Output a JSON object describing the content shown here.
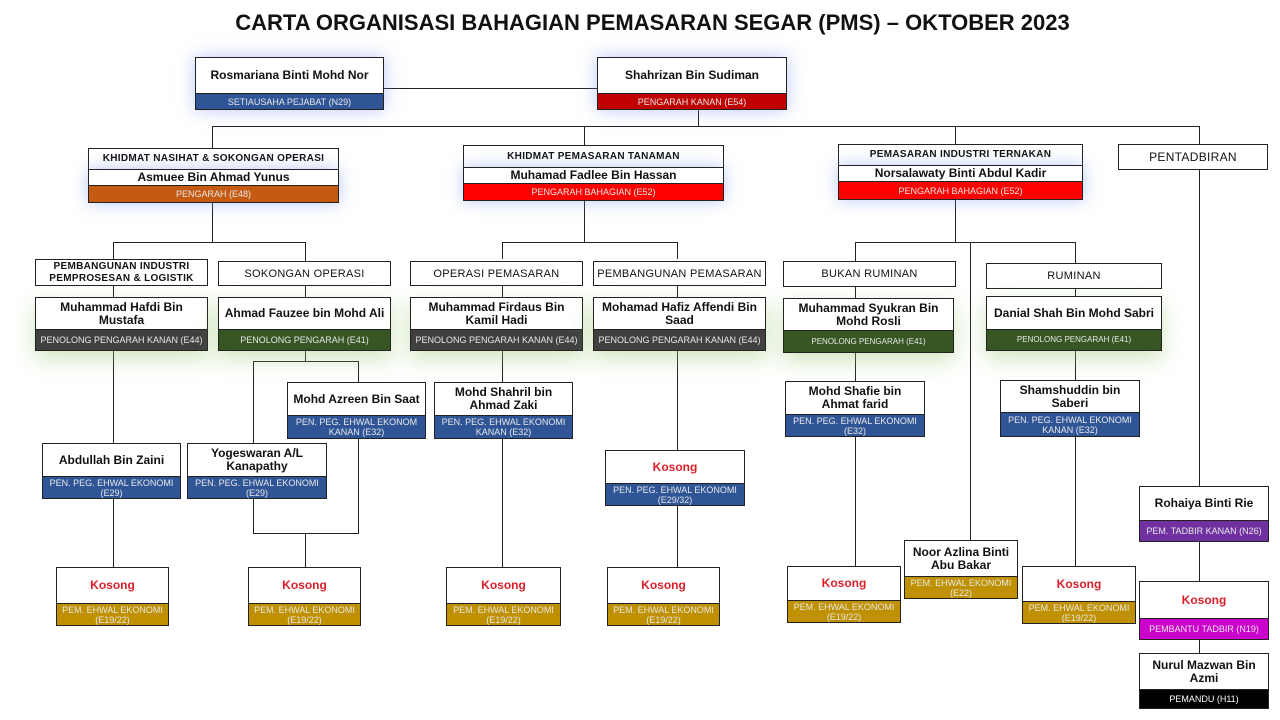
{
  "title": "CARTA ORGANISASI BAHAGIAN PEMASARAN SEGAR (PMS) – OKTOBER 2023",
  "top": {
    "secretary": {
      "name": "Rosmariana Binti Mohd Nor",
      "title": "SETIAUSAHA PEJABAT (N29)"
    },
    "director": {
      "name": "Shahrizan Bin Sudiman",
      "title": "PENGARAH KANAN (E54)"
    }
  },
  "divisions": [
    {
      "header": "KHIDMAT NASIHAT & SOKONGAN OPERASI",
      "name": "Asmuee Bin Ahmad Yunus",
      "title": "PENGARAH (E48)"
    },
    {
      "header": "KHIDMAT PEMASARAN TANAMAN",
      "name": "Muhamad Fadlee Bin Hassan",
      "title": "PENGARAH BAHAGIAN (E52)"
    },
    {
      "header": "PEMASARAN INDUSTRI TERNAKAN",
      "name": "Norsalawaty Binti Abdul Kadir",
      "title": "PENGARAH BAHAGIAN (E52)"
    },
    {
      "header": "PENTADBIRAN"
    }
  ],
  "units": [
    {
      "header": "PEMBANGUNAN INDUSTRI PEMPROSESAN & LOGISTIK",
      "name": "Muhammad Hafdi Bin Mustafa",
      "title": "PENOLONG PENGARAH KANAN (E44)"
    },
    {
      "header": "SOKONGAN OPERASI",
      "name": "Ahmad Fauzee bin Mohd Ali",
      "title": "PENOLONG PENGARAH (E41)"
    },
    {
      "header": "OPERASI PEMASARAN",
      "name": "Muhammad Firdaus Bin Kamil Hadi",
      "title": "PENOLONG PENGARAH KANAN (E44)"
    },
    {
      "header": "PEMBANGUNAN PEMASARAN",
      "name": "Mohamad Hafiz Affendi Bin Saad",
      "title": "PENOLONG PENGARAH KANAN (E44)"
    },
    {
      "header": "BUKAN RUMINAN",
      "name": "Muhammad Syukran Bin Mohd Rosli",
      "title": "PENOLONG PENGARAH (E41)"
    },
    {
      "header": "RUMINAN",
      "name": "Danial Shah Bin Mohd Sabri",
      "title": "PENOLONG PENGARAH (E41)"
    }
  ],
  "officers": [
    {
      "name": "Mohd Azreen Bin Saat",
      "title": "PEN. PEG. EHWAL EKONOM KANAN (E32)"
    },
    {
      "name": "Mohd Shahril bin Ahmad Zaki",
      "title": "PEN. PEG. EHWAL EKONOMI KANAN  (E32)"
    },
    {
      "name": "Mohd Shafie bin Ahmat farid",
      "title": "PEN. PEG. EHWAL EKONOMI (E32)"
    },
    {
      "name": "Shamshuddin bin Saberi",
      "title": "PEN. PEG. EHWAL EKONOMI KANAN (E32)"
    },
    {
      "name": "Abdullah Bin Zaini",
      "title": "PEN. PEG. EHWAL EKONOMI (E29)"
    },
    {
      "name": "Yogeswaran A/L Kanapathy",
      "title": "PEN. PEG. EHWAL EKONOMI (E29)"
    },
    {
      "name": "Kosong",
      "title": "PEN. PEG. EHWAL EKONOMI (E29/32)"
    }
  ],
  "assistants": [
    {
      "name": "Kosong",
      "title": "PEM. EHWAL EKONOMI (E19/22)"
    },
    {
      "name": "Kosong",
      "title": "PEM. EHWAL EKONOMI (E19/22)"
    },
    {
      "name": "Kosong",
      "title": "PEM. EHWAL EKONOMI (E19/22)"
    },
    {
      "name": "Kosong",
      "title": "PEM. EHWAL EKONOMI (E19/22)"
    },
    {
      "name": "Kosong",
      "title": "PEM. EHWAL EKONOMI (E19/22)"
    },
    {
      "name": "Noor Azlina Binti Abu Bakar",
      "title": "PEM. EHWAL EKONOMI (E22)"
    },
    {
      "name": "Kosong",
      "title": "PEM. EHWAL EKONOMI (E19/22)"
    }
  ],
  "admin": [
    {
      "name": "Rohaiya Binti Rie",
      "title": "PEM. TADBIR KANAN (N26)"
    },
    {
      "name": "Kosong",
      "title": "PEMBANTU TADBIR (N19)"
    },
    {
      "name": "Nurul Mazwan Bin Azmi",
      "title": "PEMANDU (H11)"
    }
  ]
}
